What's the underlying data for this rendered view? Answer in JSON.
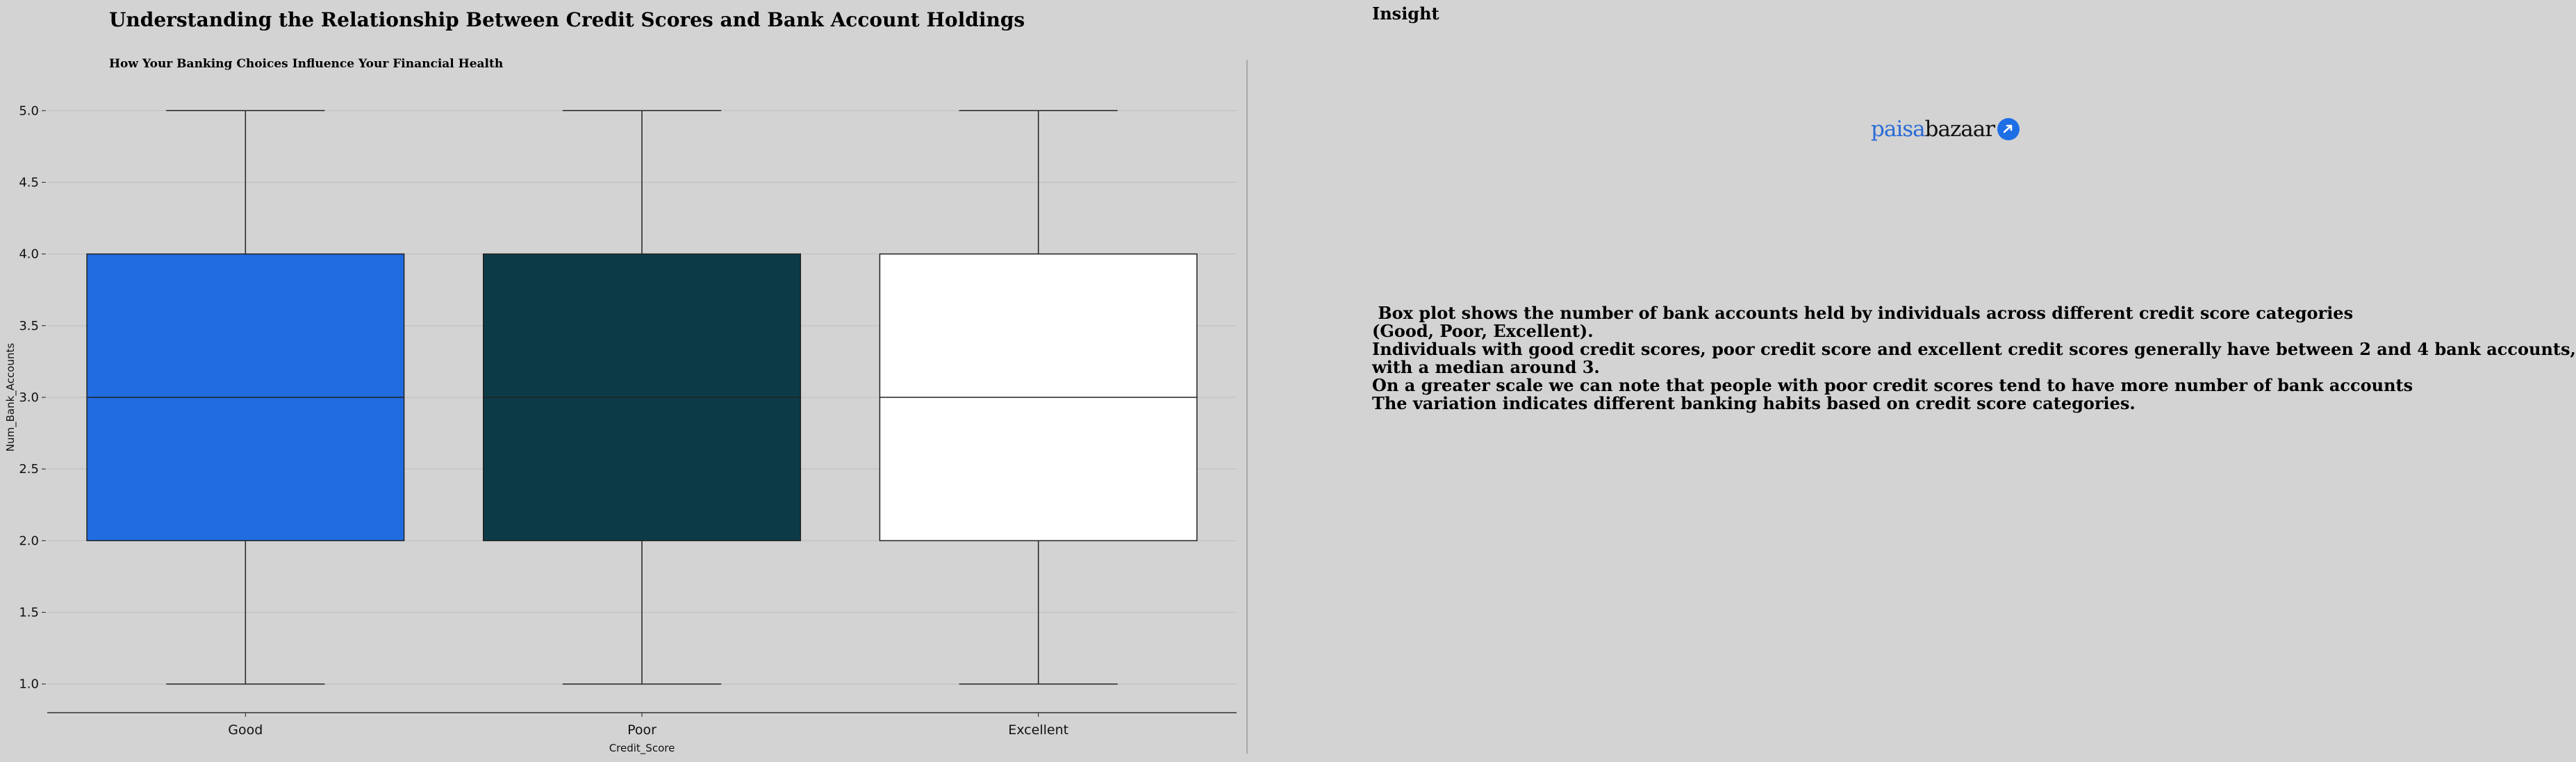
{
  "page": {
    "title": "Understanding the Relationship Between Credit Scores and Bank Account Holdings",
    "subtitle": "How Your Banking Choices Influence Your Financial Health"
  },
  "insight": {
    "heading": "Insight",
    "lines": [
      " Box plot shows the number of bank accounts held by individuals across different credit score categories",
      "(Good, Poor, Excellent).",
      "Individuals with good credit scores, poor credit score and excellent credit scores generally have between 2 and 4 bank accounts,",
      "with a median around 3.",
      "On a greater scale we can note that people with poor credit scores tend to have more number of bank accounts",
      "The variation indicates different banking habits based on credit score categories."
    ]
  },
  "logo": {
    "part1": "paisa",
    "part2": "bazaar",
    "part1_color": "#2a6bd6",
    "part2_color": "#111111",
    "badge_color": "#1e6ee6",
    "badge_icon": "arrow-icon"
  },
  "chart_data": {
    "type": "box",
    "xlabel": "Credit_Score",
    "ylabel": "Num_Bank_Accounts",
    "ylim": [
      0.8,
      5.2
    ],
    "yticks": [
      1.0,
      1.5,
      2.0,
      2.5,
      3.0,
      3.5,
      4.0,
      4.5,
      5.0
    ],
    "ytick_labels": [
      "1.0",
      "1.5",
      "2.0",
      "2.5",
      "3.0",
      "3.5",
      "4.0",
      "4.5",
      "5.0"
    ],
    "grid": "horizontal",
    "categories": [
      "Good",
      "Poor",
      "Excellent"
    ],
    "boxes": [
      {
        "category": "Good",
        "min": 1.0,
        "q1": 2.0,
        "median": 3.0,
        "q3": 4.0,
        "max": 5.0,
        "color": "#216ce0"
      },
      {
        "category": "Poor",
        "min": 1.0,
        "q1": 2.0,
        "median": 3.0,
        "q3": 4.0,
        "max": 5.0,
        "color": "#0c3b47"
      },
      {
        "category": "Excellent",
        "min": 1.0,
        "q1": 2.0,
        "median": 3.0,
        "q3": 4.0,
        "max": 5.0,
        "color": "#ffffff"
      }
    ]
  }
}
